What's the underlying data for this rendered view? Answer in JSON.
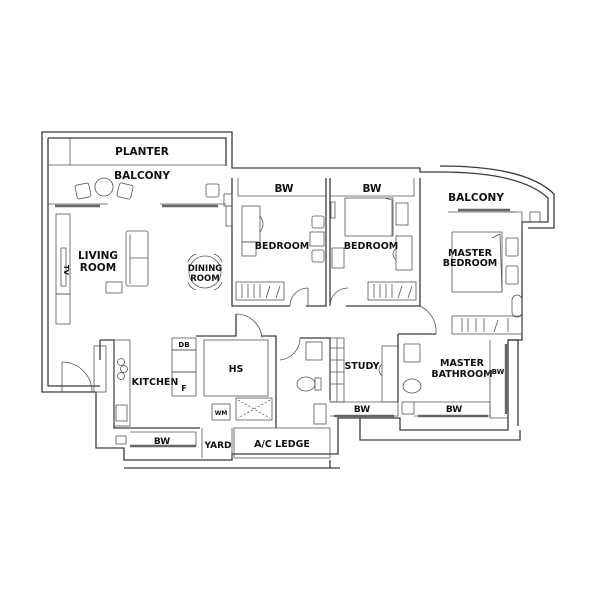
{
  "floor_plan": {
    "rooms": {
      "planter": "PLANTER",
      "balcony_left": "BALCONY",
      "living_room_1": "LIVING",
      "living_room_2": "ROOM",
      "dining_room_1": "DINING",
      "dining_room_2": "ROOM",
      "bedroom_1": "BEDROOM",
      "bedroom_2": "BEDROOM",
      "bw_bedroom_1": "BW",
      "bw_bedroom_2": "BW",
      "balcony_right": "BALCONY",
      "master_bedroom_1": "MASTER",
      "master_bedroom_2": "BEDROOM",
      "kitchen": "KITCHEN",
      "db": "DB",
      "fridge": "F",
      "hs": "HS",
      "wm": "WM",
      "bw_kitchen": "BW",
      "yard": "YARD",
      "ac_ledge": "A/C LEDGE",
      "study": "STUDY",
      "master_bathroom_1": "MASTER",
      "master_bathroom_2": "BATHROOM",
      "bw_bath_1": "BW",
      "bw_bath_2": "BW",
      "bw_right": "BW",
      "tv": "TV"
    }
  }
}
